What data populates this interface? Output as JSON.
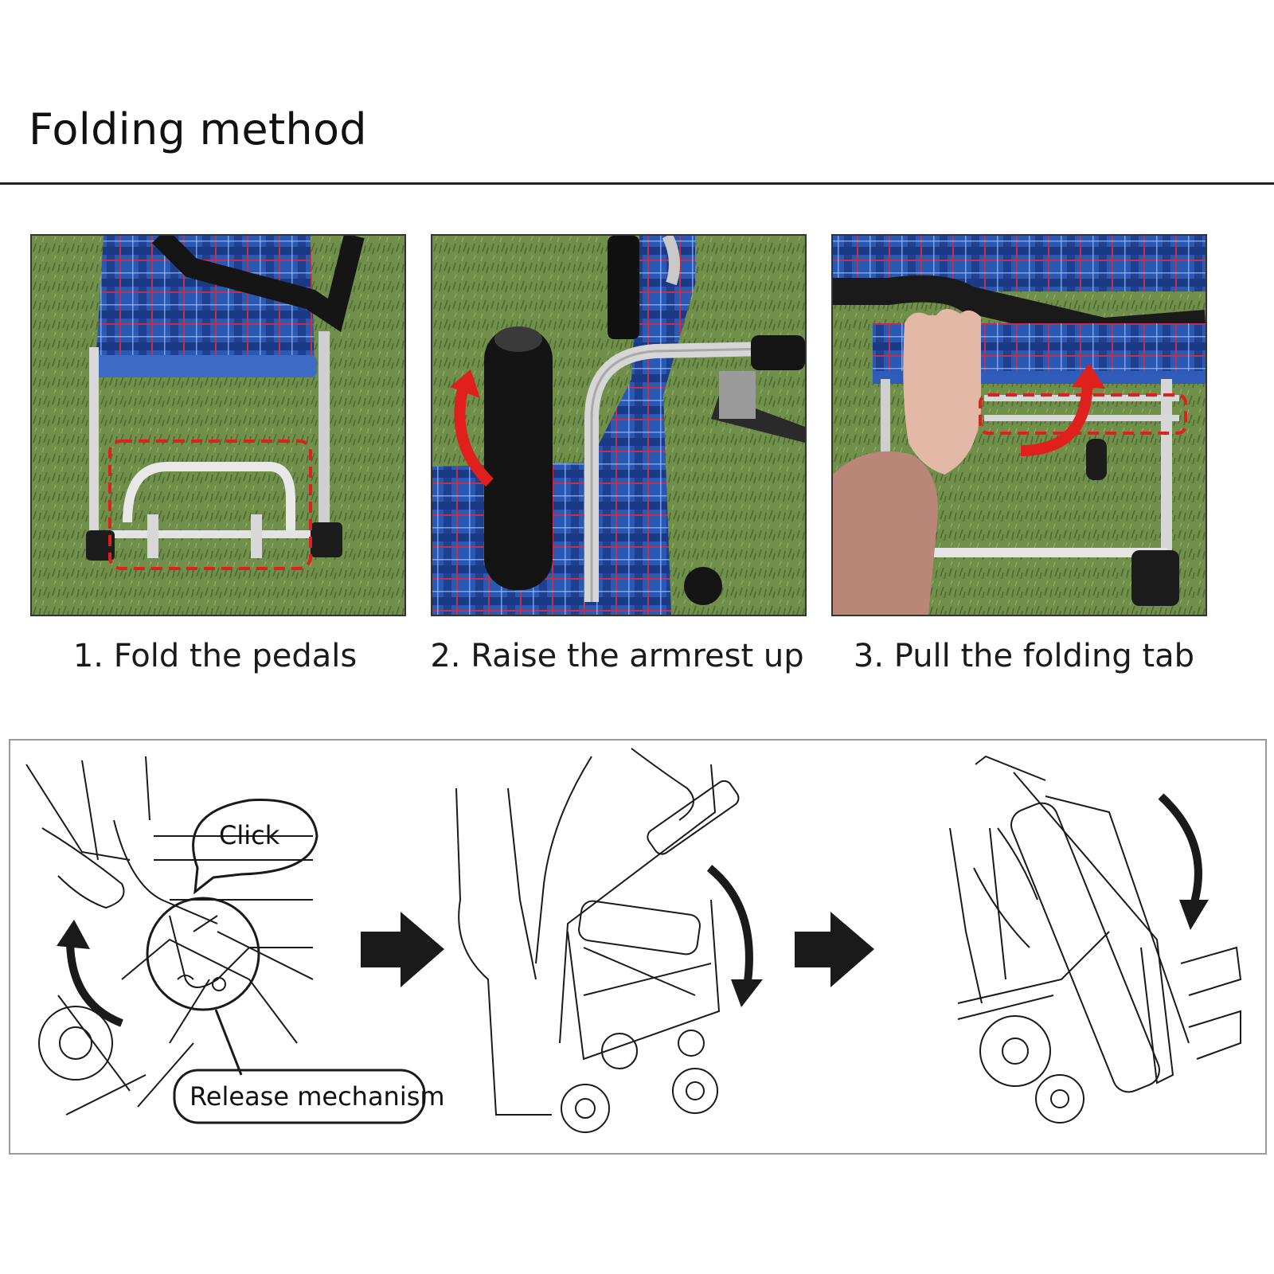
{
  "header": {
    "title": "Folding method"
  },
  "steps": [
    {
      "number": "1.",
      "label": "Fold the pedals"
    },
    {
      "number": "2.",
      "label": "Raise the armrest up"
    },
    {
      "number": "3.",
      "label": "Pull the folding tab"
    }
  ],
  "captions": {
    "step1": "1. Fold the pedals",
    "step2": "2. Raise the armrest up",
    "step3": "3. Pull the folding tab"
  },
  "diagram": {
    "click_label": "Click",
    "release_label": "Release mechanism"
  },
  "colors": {
    "plaid_blue": "#2a58b5",
    "plaid_red": "#c0304a",
    "grass": "#6f8f4a",
    "highlight_red": "#e0201c",
    "arrow_black": "#1a1a1a"
  }
}
